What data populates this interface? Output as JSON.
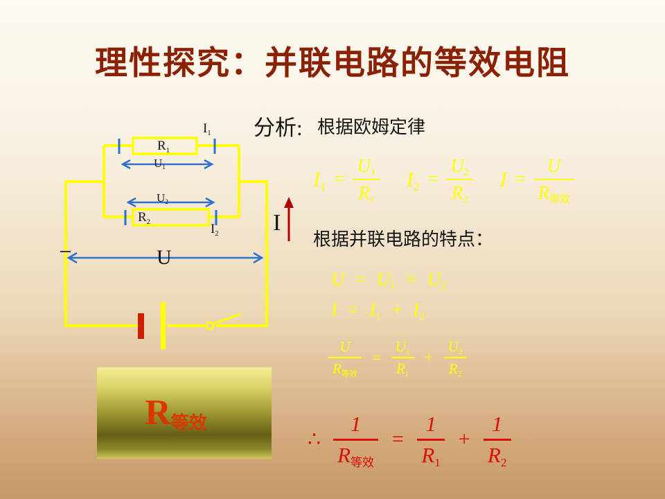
{
  "title": "理性探究：并联电路的等效电阻",
  "colors": {
    "title_text": "#8B2104",
    "formula_yellow": "#FFFF00",
    "conclusion_red": "#DC0F00",
    "circuit_wire_yellow": "#FFFF00",
    "voltage_arrow_blue": "#2F6FD0",
    "current_arrow_red": "#B00000",
    "battery_plate_red": "#CC1F00",
    "result_text_red": "#D93600"
  },
  "analysis": {
    "label": "分析:",
    "ohm_intro": "根据欧姆定律",
    "parallel_intro": "根据并联电路的特点："
  },
  "circuit": {
    "i1_base": "I",
    "i1_sub": "1",
    "r1_base": "R",
    "r1_sub": "1",
    "u1_base": "U",
    "u1_sub": "1",
    "u2_base": "U",
    "u2_sub": "2",
    "r2_base": "R",
    "r2_sub": "2",
    "i2_base": "I",
    "i2_sub": "2",
    "u_label": "U",
    "i_label": "I"
  },
  "formulas": {
    "ohm": [
      {
        "lhs": "I",
        "lhs_sub": "1",
        "eq": "=",
        "num": "U",
        "num_sub": "1",
        "den": "R",
        "den_sub": "1"
      },
      {
        "lhs": "I",
        "lhs_sub": "2",
        "eq": "=",
        "num": "U",
        "num_sub": "2",
        "den": "R",
        "den_sub": "2"
      },
      {
        "lhs": "I",
        "lhs_sub": "",
        "eq": "=",
        "num": "U",
        "num_sub": "",
        "den": "R",
        "den_sub": "等效"
      }
    ],
    "u_identity": {
      "a": "U",
      "eq1": "=",
      "b": "U",
      "b_sub": "1",
      "eq2": "=",
      "c": "U",
      "c_sub": "2"
    },
    "i_identity": {
      "a": "I",
      "eq1": "=",
      "b": "I",
      "b_sub": "1",
      "op": "+",
      "c": "I",
      "c_sub": "2"
    },
    "sum": {
      "f1": {
        "num": "U",
        "num_sub": "",
        "den": "R",
        "den_sub": "等效"
      },
      "eq": "=",
      "f2": {
        "num": "U",
        "num_sub": "1",
        "den": "R",
        "den_sub": "1"
      },
      "op": "+",
      "f3": {
        "num": "U",
        "num_sub": "2",
        "den": "R",
        "den_sub": "2"
      }
    },
    "conclusion": {
      "therefore": "∴",
      "f1": {
        "num": "1",
        "den": "R",
        "den_sub": "等效"
      },
      "eq": "=",
      "f2": {
        "num": "1",
        "den": "R",
        "den_sub": "1"
      },
      "op": "+",
      "f3": {
        "num": "1",
        "den": "R",
        "den_sub": "2"
      }
    }
  },
  "result_box": {
    "base": "R",
    "sub": "等效"
  }
}
